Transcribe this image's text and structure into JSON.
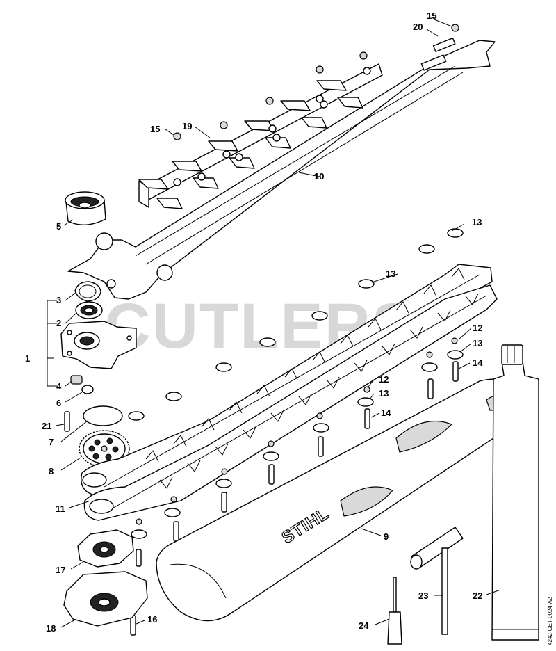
{
  "watermark": "CUTLERS",
  "drawing_code": "4242-GET-0024-A2",
  "brand": "STIHL",
  "part_numbers": [
    "1",
    "2",
    "3",
    "4",
    "5",
    "6",
    "7",
    "8",
    "9",
    "10",
    "11",
    "12",
    "13",
    "14",
    "15",
    "16",
    "17",
    "18",
    "19",
    "20",
    "21",
    "22",
    "23",
    "24"
  ]
}
